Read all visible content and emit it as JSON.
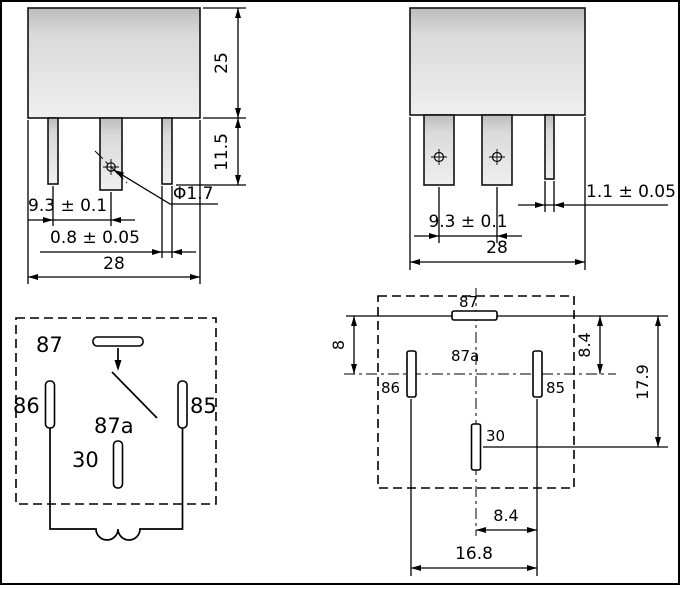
{
  "front_view": {
    "dim_body_height": "25",
    "dim_pin_height": "11.5",
    "dim_pin_pitch": "9.3 ± 0.1",
    "dim_hole_diameter": "Φ1.7",
    "dim_pin_thickness": "0.8 ± 0.05",
    "dim_body_width": "28"
  },
  "side_view": {
    "dim_pin_thickness": "1.1 ± 0.05",
    "dim_pin_pitch": "9.3 ± 0.1",
    "dim_body_width": "28"
  },
  "schematic": {
    "pin_87": "87",
    "pin_86": "86",
    "pin_85": "85",
    "pin_87a": "87a",
    "pin_30": "30"
  },
  "bottom_view": {
    "pin_87": "87",
    "pin_87a": "87a",
    "pin_86": "86",
    "pin_85": "85",
    "pin_30": "30",
    "dim_left_offset": "8",
    "dim_right_upper": "8.4",
    "dim_right_total": "17.9",
    "dim_30_to_85": "8.4",
    "dim_86_to_85": "16.8"
  }
}
